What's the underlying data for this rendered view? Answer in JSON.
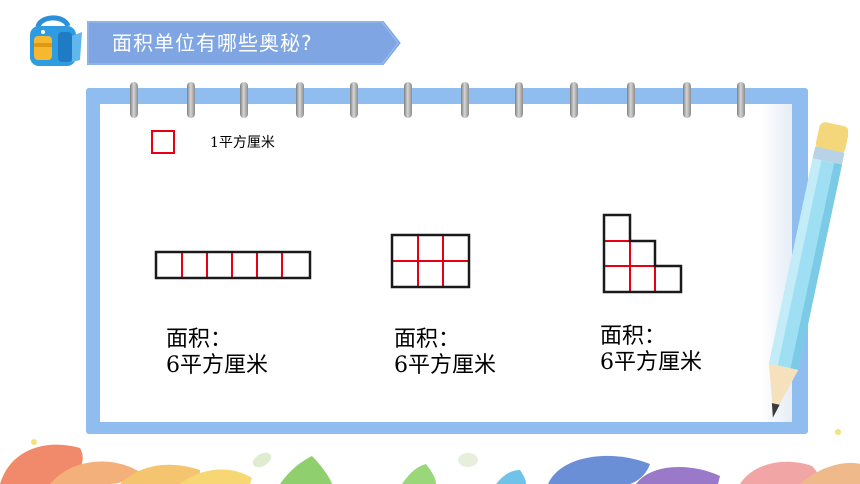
{
  "header": {
    "title": "面积单位有哪些奥秘?"
  },
  "legend": {
    "unit_label": "1平方厘米"
  },
  "shapes": [
    {
      "area_label": "面积：",
      "area_value": "6平方厘米"
    },
    {
      "area_label": "面积：",
      "area_value": "6平方厘米"
    },
    {
      "area_label": "面积：",
      "area_value": "6平方厘米"
    }
  ],
  "colors": {
    "banner": "#7fa6e2",
    "board": "#8fbdf0",
    "grid_red": "#e60012",
    "grid_outline": "#1a1a1a"
  }
}
